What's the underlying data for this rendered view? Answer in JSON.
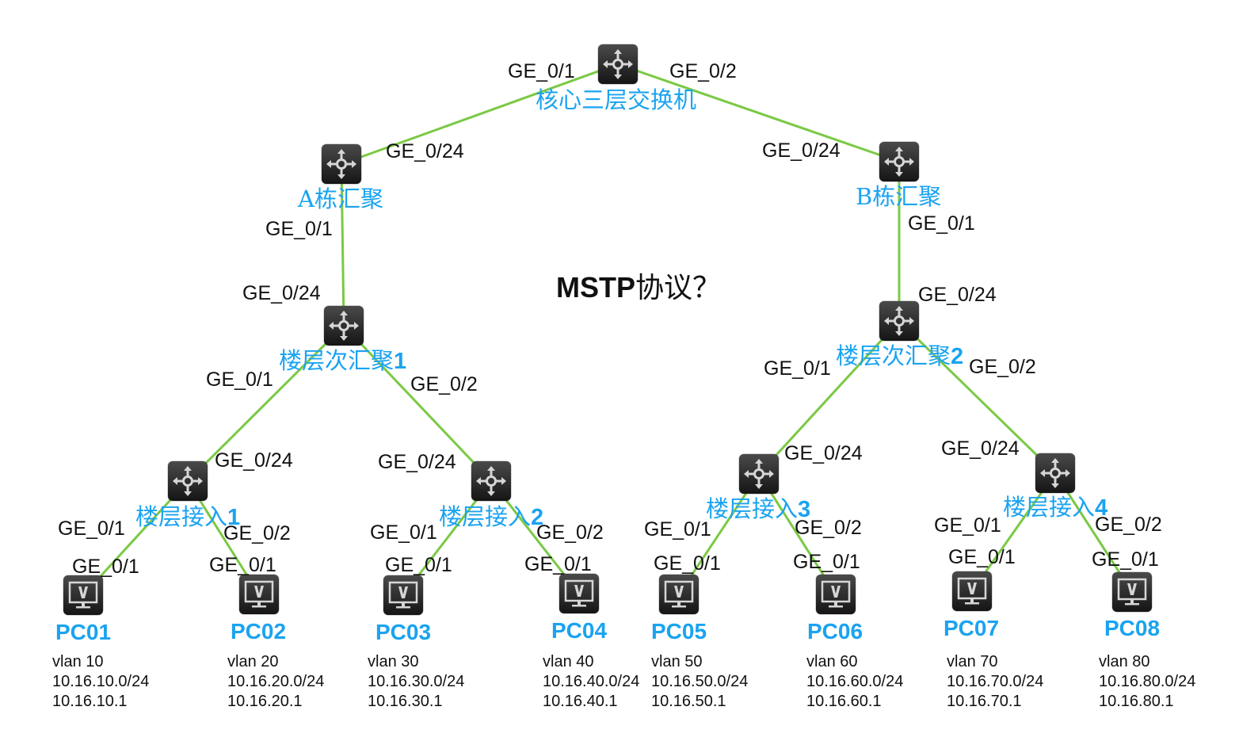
{
  "title": {
    "text": "MSTP",
    "suffix": "协议？"
  },
  "colors": {
    "link": "#7ac943",
    "label": "#1aa3f0",
    "device": "#222222"
  },
  "switches": [
    {
      "id": "core",
      "name": "核心三层交换机",
      "icon": "l3-switch-icon"
    },
    {
      "id": "aggA",
      "name": "A栋汇聚",
      "icon": "l3-switch-icon"
    },
    {
      "id": "aggB",
      "name": "B栋汇聚",
      "icon": "l3-switch-icon"
    },
    {
      "id": "sub1",
      "name": "楼层次汇聚",
      "num": "1",
      "icon": "l3-switch-icon"
    },
    {
      "id": "sub2",
      "name": "楼层次汇聚",
      "num": "2",
      "icon": "l3-switch-icon"
    },
    {
      "id": "acc1",
      "name": "楼层接入",
      "num": "1",
      "icon": "l3-switch-icon"
    },
    {
      "id": "acc2",
      "name": "楼层接入",
      "num": "2",
      "icon": "l3-switch-icon"
    },
    {
      "id": "acc3",
      "name": "楼层接入",
      "num": "3",
      "icon": "l3-switch-icon"
    },
    {
      "id": "acc4",
      "name": "楼层接入",
      "num": "4",
      "icon": "l3-switch-icon"
    }
  ],
  "pcs": [
    {
      "name": "PC01",
      "vlan": "vlan 10",
      "subnet": "10.16.10.0/24",
      "gateway": "10.16.10.1"
    },
    {
      "name": "PC02",
      "vlan": "vlan 20",
      "subnet": "10.16.20.0/24",
      "gateway": "10.16.20.1"
    },
    {
      "name": "PC03",
      "vlan": "vlan 30",
      "subnet": "10.16.30.0/24",
      "gateway": "10.16.30.1"
    },
    {
      "name": "PC04",
      "vlan": "vlan 40",
      "subnet": "10.16.40.0/24",
      "gateway": "10.16.40.1"
    },
    {
      "name": "PC05",
      "vlan": "vlan 50",
      "subnet": "10.16.50.0/24",
      "gateway": "10.16.50.1"
    },
    {
      "name": "PC06",
      "vlan": "vlan 60",
      "subnet": "10.16.60.0/24",
      "gateway": "10.16.60.1"
    },
    {
      "name": "PC07",
      "vlan": "vlan 70",
      "subnet": "10.16.70.0/24",
      "gateway": "10.16.70.1"
    },
    {
      "name": "PC08",
      "vlan": "vlan 80",
      "subnet": "10.16.80.0/24",
      "gateway": "10.16.80.1"
    }
  ],
  "ports": [
    "GE_0/1",
    "GE_0/2",
    "GE_0/24",
    "GE_0/24",
    "GE_0/1",
    "GE_0/1",
    "GE_0/24",
    "GE_0/24",
    "GE_0/1",
    "GE_0/2",
    "GE_0/1",
    "GE_0/2",
    "GE_0/24",
    "GE_0/24",
    "GE_0/24",
    "GE_0/24",
    "GE_0/1",
    "GE_0/2",
    "GE_0/1",
    "GE_0/2",
    "GE_0/1",
    "GE_0/2",
    "GE_0/1",
    "GE_0/2",
    "GE_0/1",
    "GE_0/1",
    "GE_0/1",
    "GE_0/1",
    "GE_0/1",
    "GE_0/1",
    "GE_0/1",
    "GE_0/1"
  ],
  "links": [
    {
      "from": "core",
      "to": "aggA"
    },
    {
      "from": "core",
      "to": "aggB"
    },
    {
      "from": "aggA",
      "to": "sub1"
    },
    {
      "from": "aggB",
      "to": "sub2"
    },
    {
      "from": "sub1",
      "to": "acc1"
    },
    {
      "from": "sub1",
      "to": "acc2"
    },
    {
      "from": "sub2",
      "to": "acc3"
    },
    {
      "from": "sub2",
      "to": "acc4"
    },
    {
      "from": "acc1",
      "to": "PC01"
    },
    {
      "from": "acc1",
      "to": "PC02"
    },
    {
      "from": "acc2",
      "to": "PC03"
    },
    {
      "from": "acc2",
      "to": "PC04"
    },
    {
      "from": "acc3",
      "to": "PC05"
    },
    {
      "from": "acc3",
      "to": "PC06"
    },
    {
      "from": "acc4",
      "to": "PC07"
    },
    {
      "from": "acc4",
      "to": "PC08"
    }
  ]
}
